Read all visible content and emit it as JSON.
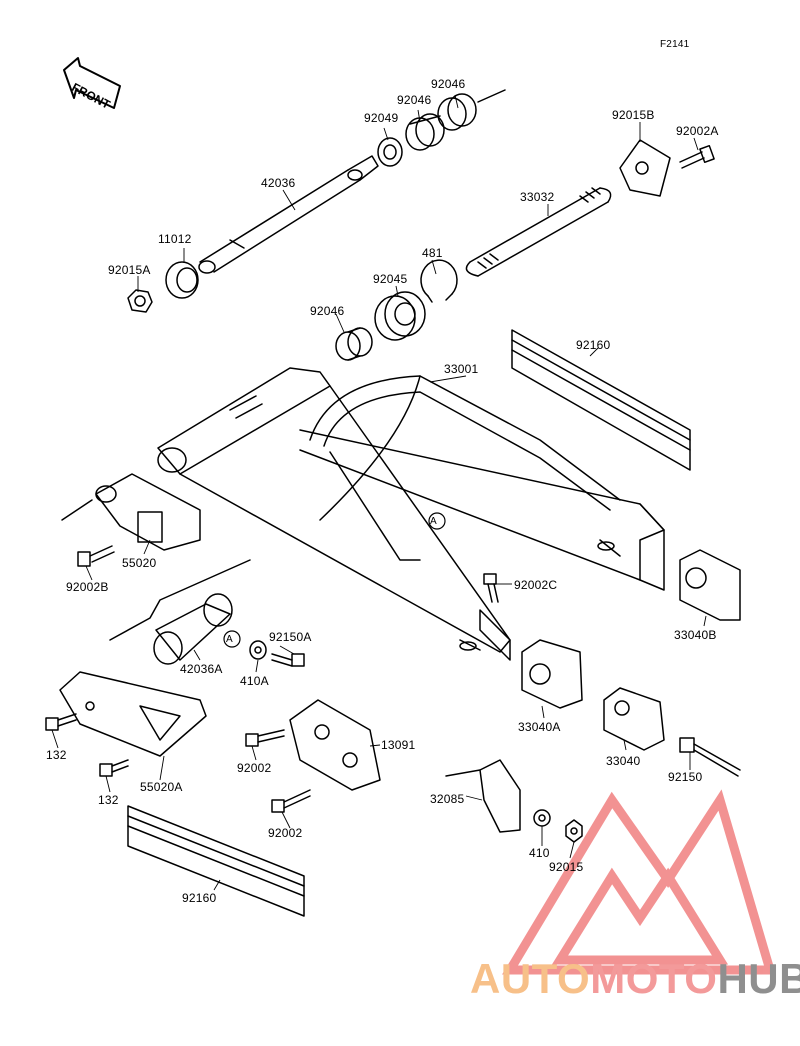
{
  "figure_code": "F2141",
  "direction_label": "FRONT",
  "callout_mark": "A",
  "watermark": {
    "part1": "AUTO",
    "part2": "MOTO",
    "part3": "HUB",
    "colors": {
      "auto": "#f7c089",
      "moto": "#f39a9a",
      "hub": "#8f8f8f",
      "logo": "#f08080"
    }
  },
  "part_labels": {
    "p92046_top": "92046",
    "p92046_mid": "92046",
    "p92049": "92049",
    "p42036": "42036",
    "p11012": "11012",
    "p92015A": "92015A",
    "p92015B": "92015B",
    "p92002A": "92002A",
    "p33032": "33032",
    "p481": "481",
    "p92045": "92045",
    "p92046_low": "92046",
    "p92160_top": "92160",
    "p33001": "33001",
    "p55020": "55020",
    "p92002B": "92002B",
    "p92002C": "92002C",
    "p33040B": "33040B",
    "p92150A": "92150A",
    "p42036A": "42036A",
    "p410A": "410A",
    "p33040A": "33040A",
    "p33040": "33040",
    "p132_a": "132",
    "p132_b": "132",
    "p55020A": "55020A",
    "p92002_a": "92002",
    "p13091": "13091",
    "p92002_b": "92002",
    "p32085": "32085",
    "p92150": "92150",
    "p410": "410",
    "p92015": "92015",
    "p92160_bottom": "92160"
  }
}
